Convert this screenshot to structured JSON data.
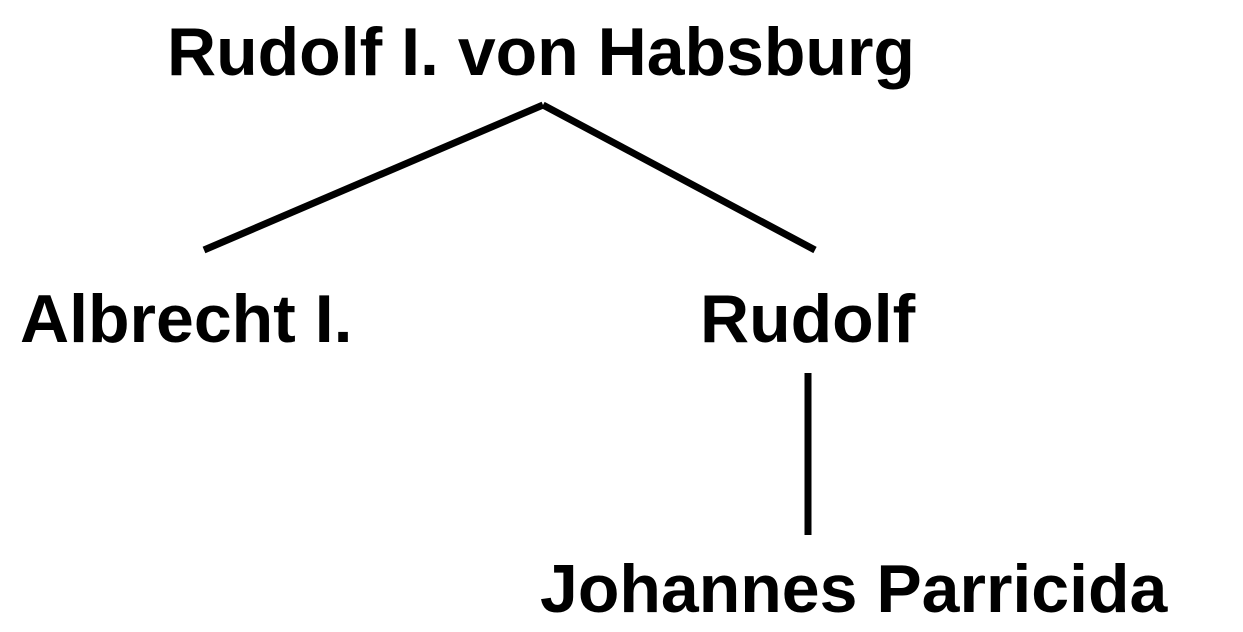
{
  "tree": {
    "root": {
      "label": "Rudolf I. von Habsburg"
    },
    "children": [
      {
        "label": "Albrecht I."
      },
      {
        "label": "Rudolf",
        "children": [
          {
            "label": "Johannes Parricida"
          }
        ]
      }
    ]
  },
  "colors": {
    "text": "#000000",
    "lines": "#000000",
    "background": "#ffffff"
  }
}
